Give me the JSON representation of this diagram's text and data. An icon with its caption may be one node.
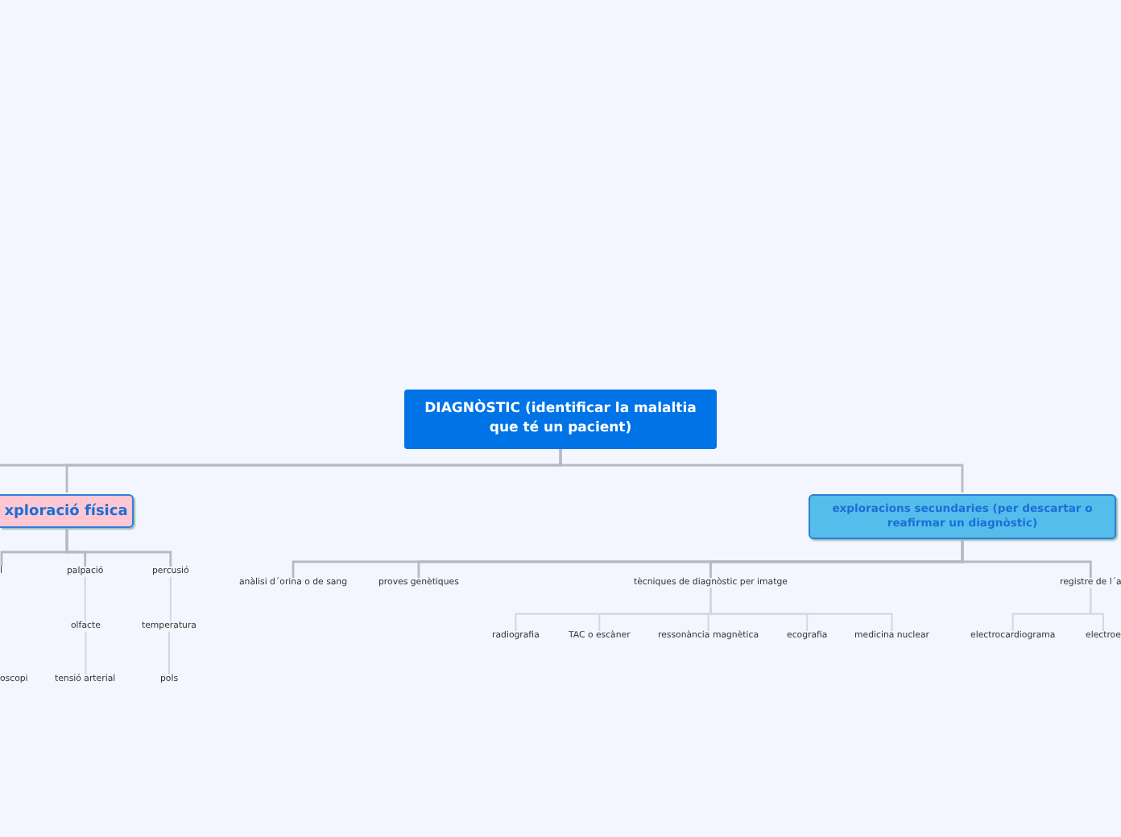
{
  "diagram": {
    "nodes": [
      {
        "text": [
          "DIAGNÒSTIC (identificar la malaltia que té un pacient)"
        ]
      },
      {
        "text": [
          "xploració física"
        ]
      },
      {
        "text": [
          "exploracions secundaries (per descartar o reafirmar un diagnòstic)"
        ]
      },
      {
        "text": [
          "l"
        ]
      },
      {
        "text": [
          "palpació"
        ]
      },
      {
        "text": [
          "percusió"
        ]
      },
      {
        "text": [
          "anàlisi d´orina o de sang"
        ]
      },
      {
        "text": [
          "proves genètiques"
        ]
      },
      {
        "text": [
          "tècniques de diagnòstic per imatge"
        ]
      },
      {
        "text": [
          "registre de l´a"
        ]
      },
      {
        "text": [
          "olfacte"
        ]
      },
      {
        "text": [
          "temperatura"
        ]
      },
      {
        "text": [
          "radiografia"
        ]
      },
      {
        "text": [
          "TAC o escàner"
        ]
      },
      {
        "text": [
          "ressonància magnètica"
        ]
      },
      {
        "text": [
          "ecografia"
        ]
      },
      {
        "text": [
          "medicina nuclear"
        ]
      },
      {
        "text": [
          "electrocardiograma"
        ]
      },
      {
        "text": [
          "electroe"
        ]
      },
      {
        "text": [
          "oscopi"
        ]
      },
      {
        "text": [
          "tensió arterial"
        ]
      },
      {
        "text": [
          "pols"
        ]
      }
    ],
    "edges": [
      {
        "from": 0,
        "to": 1,
        "arrow": "none"
      },
      {
        "from": 0,
        "to": 2,
        "arrow": "none"
      },
      {
        "from": 0,
        "to": null,
        "arrow": "none"
      },
      {
        "from": 1,
        "to": 3,
        "arrow": "none"
      },
      {
        "from": 1,
        "to": 4,
        "arrow": "none"
      },
      {
        "from": 1,
        "to": 5,
        "arrow": "none"
      },
      {
        "from": 4,
        "to": 10,
        "arrow": "none"
      },
      {
        "from": 10,
        "to": 20,
        "arrow": "none"
      },
      {
        "from": 5,
        "to": 11,
        "arrow": "none"
      },
      {
        "from": 11,
        "to": 21,
        "arrow": "none"
      },
      {
        "from": 2,
        "to": 6,
        "arrow": "none"
      },
      {
        "from": 2,
        "to": 7,
        "arrow": "none"
      },
      {
        "from": 2,
        "to": 8,
        "arrow": "none"
      },
      {
        "from": 2,
        "to": 9,
        "arrow": "none"
      },
      {
        "from": 8,
        "to": 12,
        "arrow": "none"
      },
      {
        "from": 8,
        "to": 13,
        "arrow": "none"
      },
      {
        "from": 8,
        "to": 14,
        "arrow": "none"
      },
      {
        "from": 8,
        "to": 15,
        "arrow": "none"
      },
      {
        "from": 8,
        "to": 16,
        "arrow": "none"
      },
      {
        "from": 9,
        "to": 17,
        "arrow": "none"
      },
      {
        "from": 9,
        "to": 18,
        "arrow": "none"
      }
    ]
  }
}
